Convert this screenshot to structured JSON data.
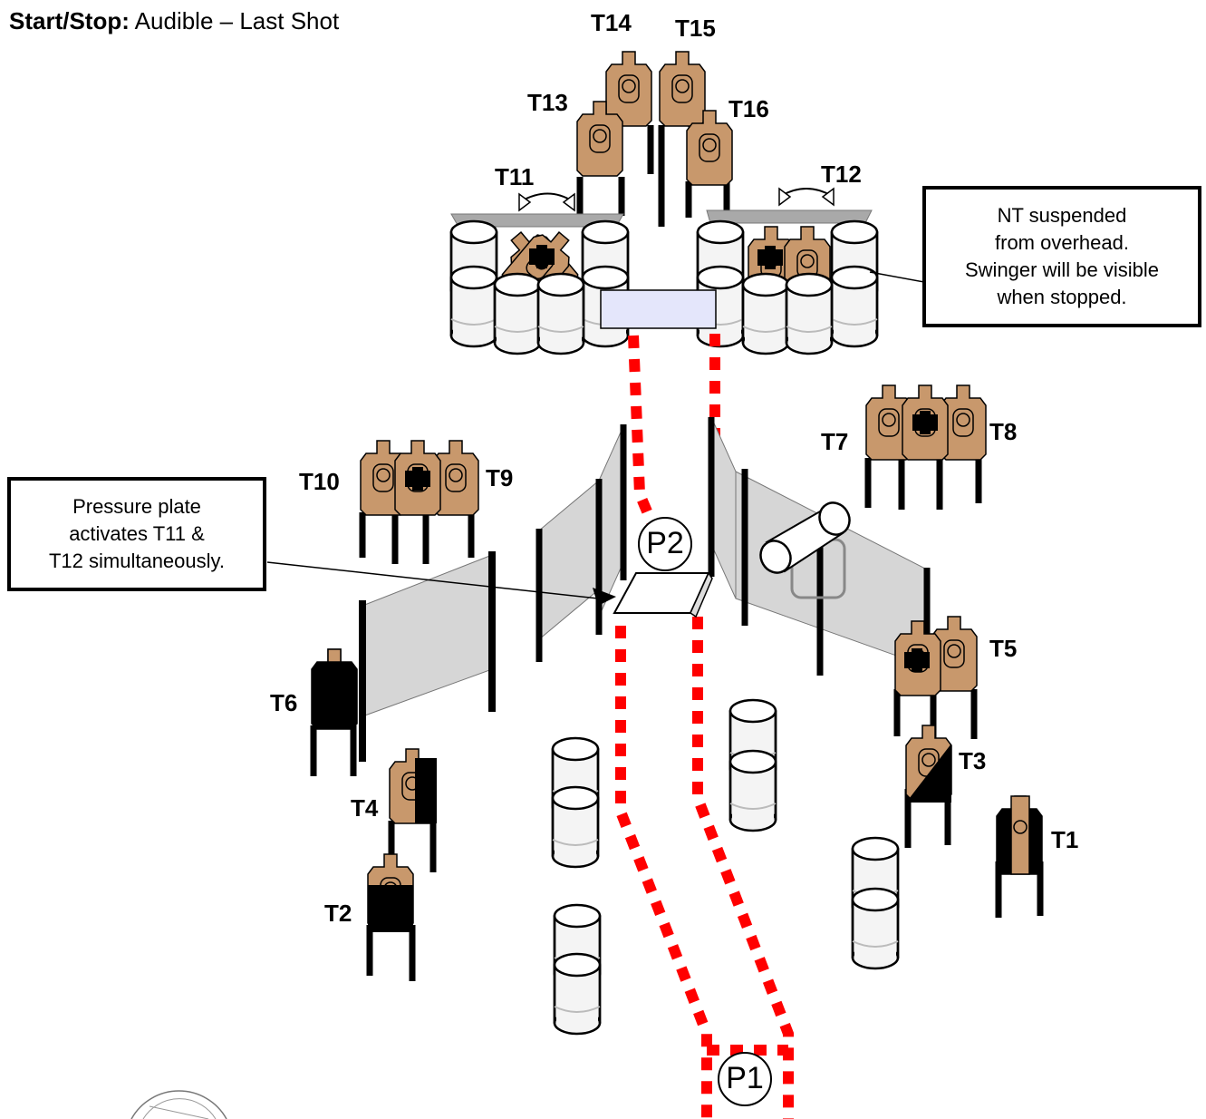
{
  "header": {
    "start_stop_label": "Start/Stop:",
    "start_stop_value": " Audible – Last Shot"
  },
  "targets": {
    "t1": "T1",
    "t2": "T2",
    "t3": "T3",
    "t4": "T4",
    "t5": "T5",
    "t6": "T6",
    "t7": "T7",
    "t8": "T8",
    "t9": "T9",
    "t10": "T10",
    "t11": "T11",
    "t12": "T12",
    "t13": "T13",
    "t14": "T14",
    "t15": "T15",
    "t16": "T16"
  },
  "positions": {
    "p1": "P1",
    "p2": "P2"
  },
  "callouts": {
    "nt_note": "NT suspended\nfrom overhead.\nSwinger will be visible\nwhen stopped.",
    "pressure_note": "Pressure plate\nactivates T11 &\nT12 simultaneously."
  },
  "colors": {
    "target_tan": "#c8986c",
    "wall_gray": "#d6d6d6",
    "path_red": "#ff0000",
    "no_shoot_black": "#000000"
  }
}
